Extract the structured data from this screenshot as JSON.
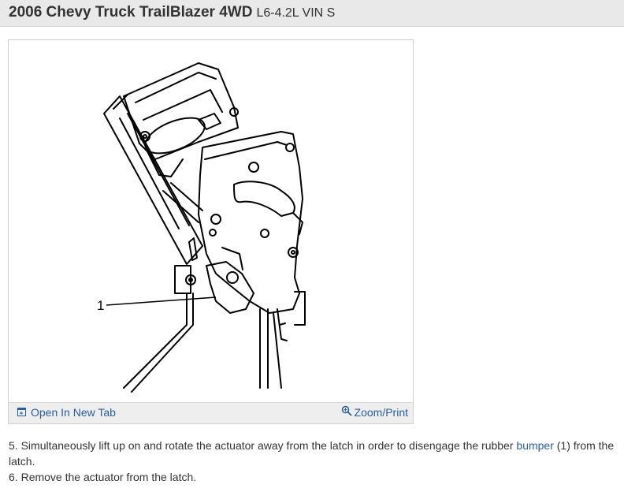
{
  "header": {
    "title_bold": "2006 Chevy Truck TrailBlazer 4WD",
    "title_engine": "L6-4.2L VIN S"
  },
  "figure": {
    "callout_label": "1",
    "open_tab_label": "Open In New Tab",
    "zoom_print_label": "Zoom/Print",
    "open_tab_icon": "open-new-tab-icon",
    "zoom_icon": "magnifier-icon"
  },
  "steps": [
    {
      "number": "5.",
      "text_before": "Simultaneously lift up on and rotate the actuator away from the latch in order to disengage the rubber",
      "link_text": "bumper",
      "text_after": "(1) from the latch."
    },
    {
      "number": "6.",
      "text_before": "Remove the actuator from the latch.",
      "link_text": "",
      "text_after": ""
    }
  ],
  "colors": {
    "link": "#2a5d9c",
    "header_bg": "#e9e9e9",
    "toolbar_bg": "#eeeeee",
    "text": "#333333"
  }
}
